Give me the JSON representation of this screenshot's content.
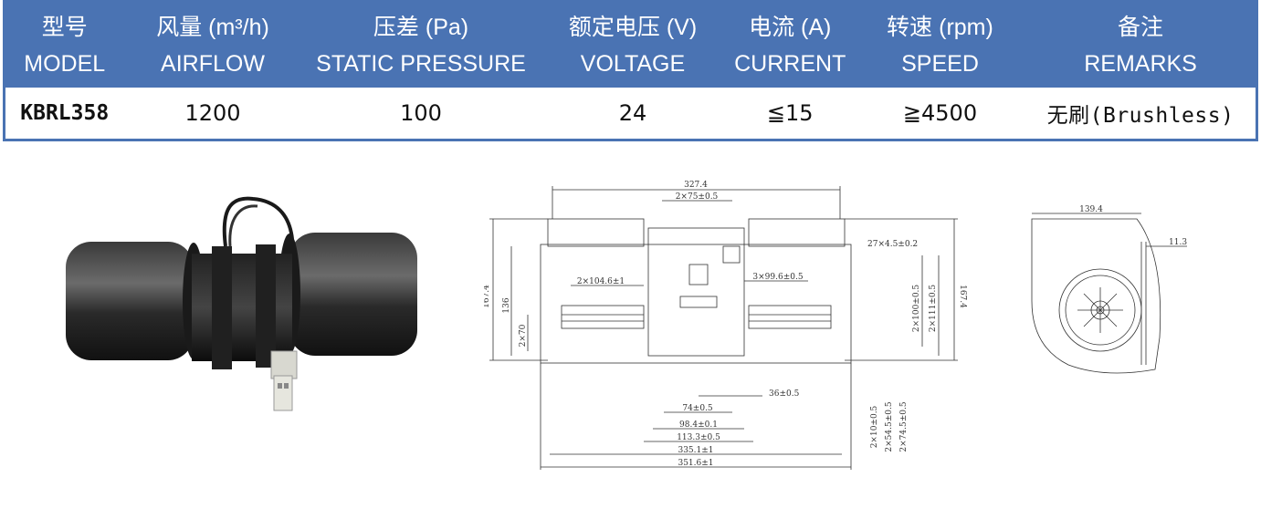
{
  "table": {
    "headers": [
      {
        "zh": "型号",
        "en": "MODEL"
      },
      {
        "zh": "风量",
        "en": "AIRFLOW",
        "unit": "(m³/h)"
      },
      {
        "zh": "压差",
        "en": "STATIC PRESSURE",
        "unit": "(Pa)"
      },
      {
        "zh": "额定电压",
        "en": "VOLTAGE",
        "unit": "(V)"
      },
      {
        "zh": "电流",
        "en": "CURRENT",
        "unit": "(A)"
      },
      {
        "zh": "转速",
        "en": "SPEED",
        "unit": "(rpm)"
      },
      {
        "zh": "备注",
        "en": "REMARKS"
      }
    ],
    "row": [
      "KBRL358",
      "1200",
      "100",
      "24",
      "≦15",
      "≧4500",
      "无刷(Brushless)"
    ],
    "header_color": "#4a73b3"
  },
  "drawing": {
    "dims": {
      "d327": "327.4",
      "d2x75": "2×75±0.5",
      "d27x4": "27×4.5±0.2",
      "d2x104": "2×104.6±1",
      "d3x99": "3×99.6±0.5",
      "d167l": "167.4",
      "d136": "136",
      "d2x70": "2×70",
      "d2x100": "2×100±0.5",
      "d2x111": "2×111±0.5",
      "d167r": "167.4",
      "d36": "36±0.5",
      "d74": "74±0.5",
      "d98": "98.4±0.1",
      "d113": "113.3±0.5",
      "d335": "335.1±1",
      "d351": "351.6±1",
      "d2x10": "2×10±0.5",
      "d2x54": "2×54.5±0.5",
      "d2x74": "2×74.5±0.5"
    },
    "side": {
      "d139": "139.4",
      "d11": "11.3"
    }
  }
}
